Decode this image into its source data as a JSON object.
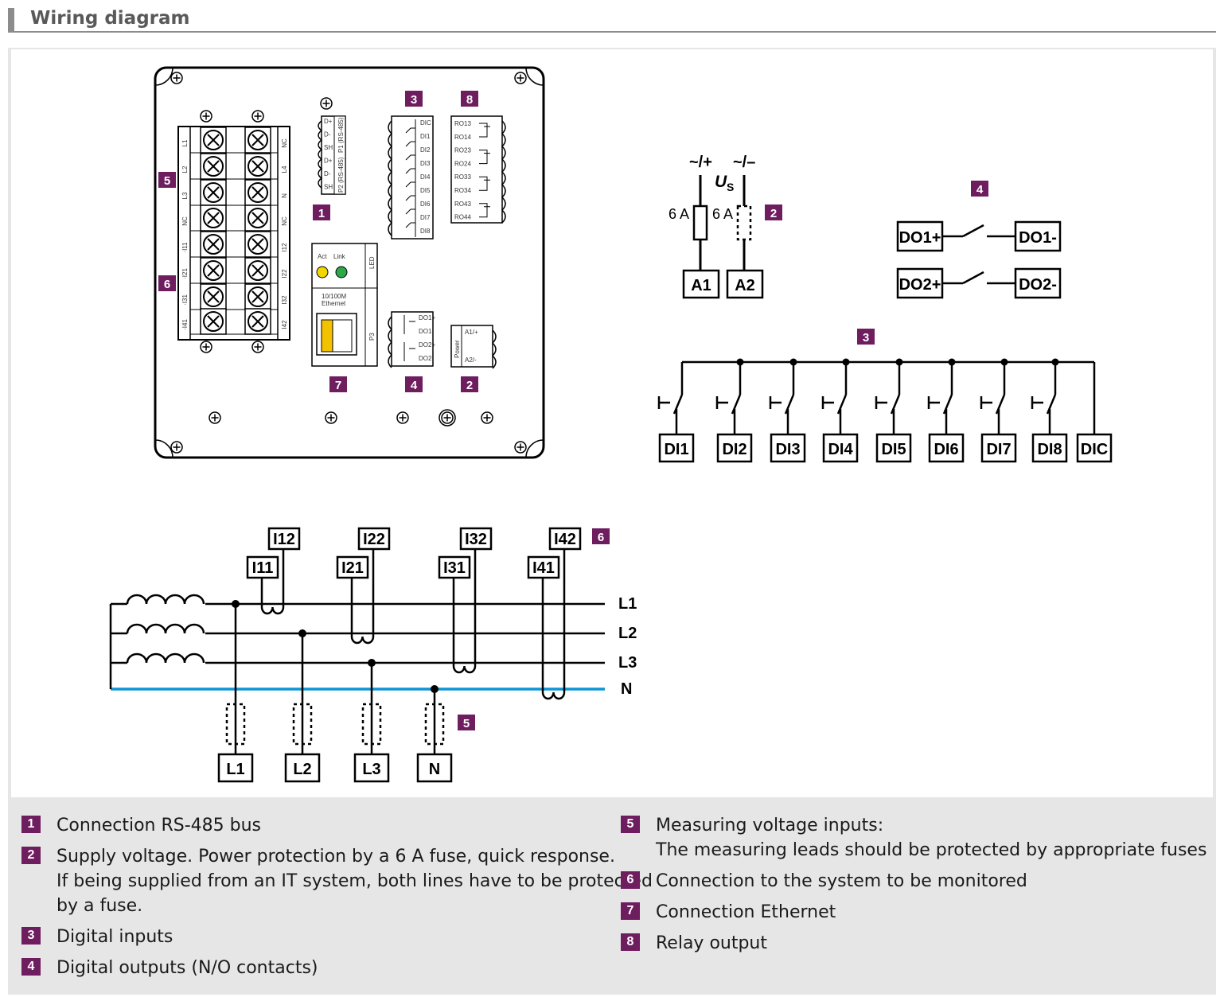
{
  "header": {
    "title": "Wiring diagram"
  },
  "device": {
    "terminals_left": [
      "L1",
      "L2",
      "L3",
      "NC",
      "·I11",
      "·I21",
      "·I31",
      "·I41"
    ],
    "terminals_right": [
      "NC",
      "L4",
      "N",
      "NC",
      "I12",
      "I22",
      "I32",
      "I42"
    ],
    "rs485_pins": [
      "D+",
      "D-",
      "SH",
      "D+",
      "D-",
      "SH"
    ],
    "rs485_ports": [
      "P1 (RS-485)",
      "P2 (RS-485)"
    ],
    "di_pins": [
      "DIC",
      "DI1",
      "DI2",
      "DI3",
      "DI4",
      "DI5",
      "DI6",
      "DI7",
      "DI8"
    ],
    "ro_pins": [
      "RO13",
      "RO14",
      "RO23",
      "RO24",
      "RO33",
      "RO34",
      "RO43",
      "RO44"
    ],
    "led_labels": [
      "Act",
      "Link"
    ],
    "led_section": "LED",
    "ethernet_label_1": "10/100M",
    "ethernet_label_2": "Ethernet",
    "port_label": "P3",
    "do_pins": [
      "DO1+",
      "DO1-",
      "DO2+",
      "DO2-"
    ],
    "power_pins": [
      "A1/+",
      "A2/-"
    ],
    "power_label": "Power"
  },
  "markers": {
    "m1": "1",
    "m2": "2",
    "m3": "3",
    "m4": "4",
    "m5": "5",
    "m6": "6",
    "m7": "7",
    "m8": "8"
  },
  "supply": {
    "left_symbol": "~/+",
    "right_symbol": "~/–",
    "us_main": "U",
    "us_sub": "S",
    "fuse_left": "6 A",
    "fuse_right": "6 A",
    "terminals": [
      "A1",
      "A2"
    ]
  },
  "digital_outputs": {
    "terminals": [
      "DO1+",
      "DO1-",
      "DO2+",
      "DO2-"
    ]
  },
  "digital_inputs": {
    "terminals": [
      "DI1",
      "DI2",
      "DI3",
      "DI4",
      "DI5",
      "DI6",
      "DI7",
      "DI8",
      "DIC"
    ]
  },
  "measuring": {
    "lines": [
      "L1",
      "L2",
      "L3",
      "N"
    ],
    "ct_top": [
      "I12",
      "I22",
      "I32",
      "I42"
    ],
    "ct_bottom": [
      "I11",
      "I21",
      "I31",
      "I41"
    ],
    "bottom_terminals": [
      "L1",
      "L2",
      "L3",
      "N"
    ]
  },
  "legend": [
    {
      "num": "1",
      "lines": [
        "Connection RS-485 bus"
      ]
    },
    {
      "num": "2",
      "lines": [
        "Supply voltage. Power protection by a 6 A fuse, quick response.",
        "If being supplied from an IT system, both lines have to be protected",
        "by a fuse."
      ]
    },
    {
      "num": "3",
      "lines": [
        "Digital inputs"
      ]
    },
    {
      "num": "4",
      "lines": [
        "Digital outputs (N/O contacts)"
      ]
    },
    {
      "num": "5",
      "lines": [
        "Measuring voltage inputs:",
        "The measuring leads should be protected by appropriate fuses"
      ]
    },
    {
      "num": "6",
      "lines": [
        "Connection to the system to be monitored"
      ]
    },
    {
      "num": "7",
      "lines": [
        "Connection Ethernet"
      ]
    },
    {
      "num": "8",
      "lines": [
        "Relay output"
      ]
    }
  ],
  "colors": {
    "badge": "#6e1d5f",
    "neutral_line": "#0d96d6",
    "led_act": "#f2d600",
    "led_link": "#2aa84a",
    "rj45": "#f2c200"
  }
}
